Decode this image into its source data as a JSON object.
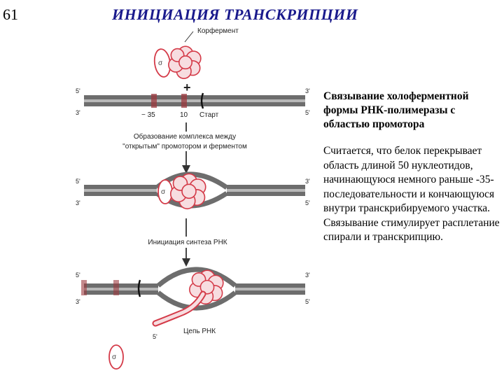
{
  "slide": {
    "number": "61",
    "title": "ИНИЦИАЦИЯ ТРАНСКРИПЦИИ"
  },
  "diagram": {
    "coenzyme_label": "Корфермент",
    "sigma": "σ",
    "plus": "+",
    "end5": "5'",
    "end3": "3'",
    "pos_minus35": "− 35",
    "pos_10": "10",
    "start_label": "Старт",
    "step1_line1": "Образование комплекса между",
    "step1_line2": "\"открытым\" промотором и ферментом",
    "step2": "Инициация синтеза РНК",
    "rna_chain_label": "Цепь РНК",
    "colors": {
      "dna": "#6d6d6d",
      "dna_dark": "#3a3a3a",
      "enzyme": "#d43a48",
      "enzyme_fill": "#f7dde0"
    }
  },
  "right": {
    "heading": "Связывание холоферментной формы РНК-полимеразы с областью промотора",
    "body": "Считается, что белок перекрывает область длиной 50 нуклеотидов, начинающуюся немного раньше -35-последовательности и кончающуюся внутри транскрибируемого участка. Связывание стимулирует расплетание спирали и транскрипцию."
  }
}
